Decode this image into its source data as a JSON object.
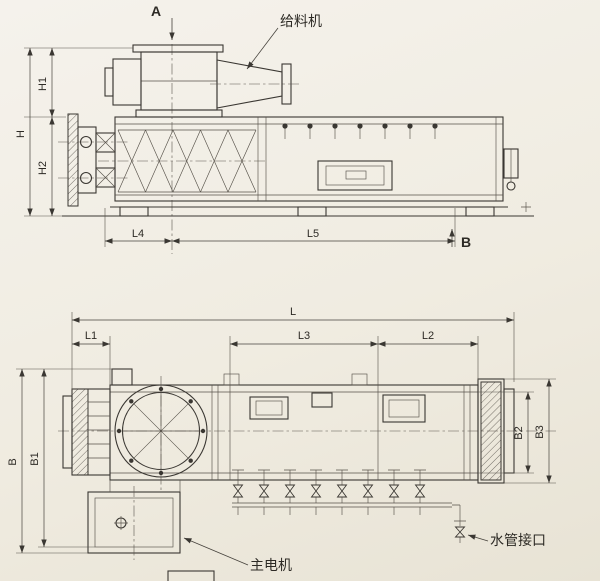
{
  "colors": {
    "paper": "#f1eee5",
    "ink": "#3a3732"
  },
  "elevation": {
    "section_a": "A",
    "section_b": "B",
    "feeder_label": "给料机",
    "dims": {
      "H": "H",
      "H1": "H1",
      "H2": "H2",
      "L4": "L4",
      "L5": "L5"
    }
  },
  "plan": {
    "motor_label": "主电机",
    "water_label": "水管接口",
    "dims": {
      "L": "L",
      "L1": "L1",
      "L2": "L2",
      "L3": "L3",
      "B": "B",
      "B1": "B1",
      "B2": "B2",
      "B3": "B3"
    }
  }
}
